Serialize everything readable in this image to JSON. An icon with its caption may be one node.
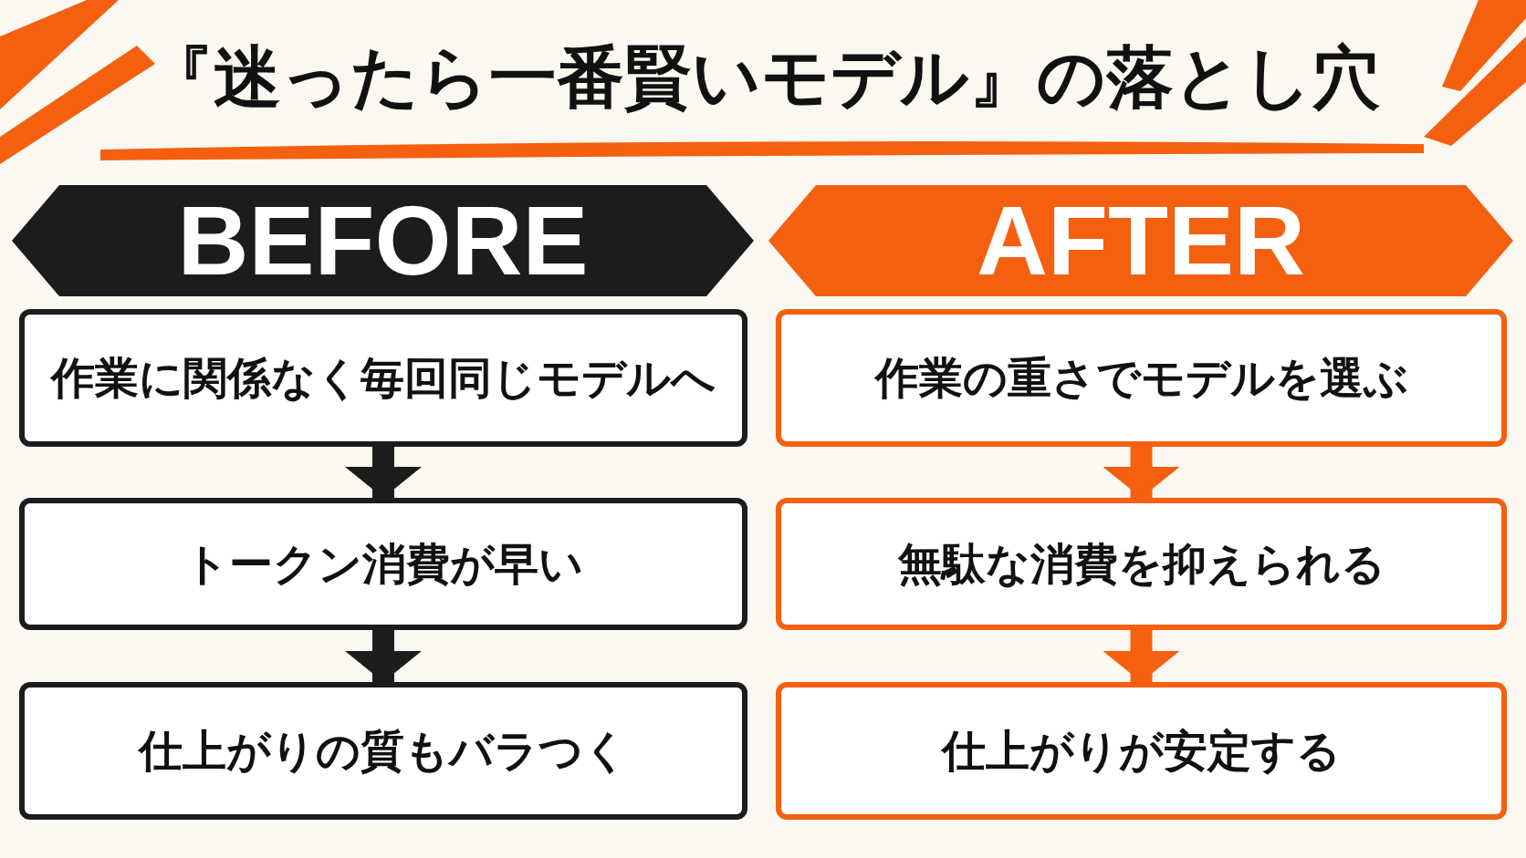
{
  "diagram": {
    "title": "『迷ったら一番賢いモデル』の落とし穴",
    "nodes": [
      {
        "text": [
          "BEFORE"
        ]
      },
      {
        "text": [
          "作業に関係なく毎回同じモデルへ"
        ]
      },
      {
        "text": [
          "トークン消費が早い"
        ]
      },
      {
        "text": [
          "仕上がりの質もバラつく"
        ]
      },
      {
        "text": [
          "AFTER"
        ]
      },
      {
        "text": [
          "作業の重さでモデルを選ぶ"
        ]
      },
      {
        "text": [
          "無駄な消費を抑えられる"
        ]
      },
      {
        "text": [
          "仕上がりが安定する"
        ]
      }
    ],
    "edges": [
      {
        "from": 1,
        "to": 2,
        "arrow": "to"
      },
      {
        "from": 2,
        "to": 3,
        "arrow": "to"
      },
      {
        "from": 5,
        "to": 6,
        "arrow": "to",
        "color": "#f4600f"
      },
      {
        "from": 6,
        "to": 7,
        "arrow": "to",
        "color": "#f4600f"
      }
    ]
  }
}
